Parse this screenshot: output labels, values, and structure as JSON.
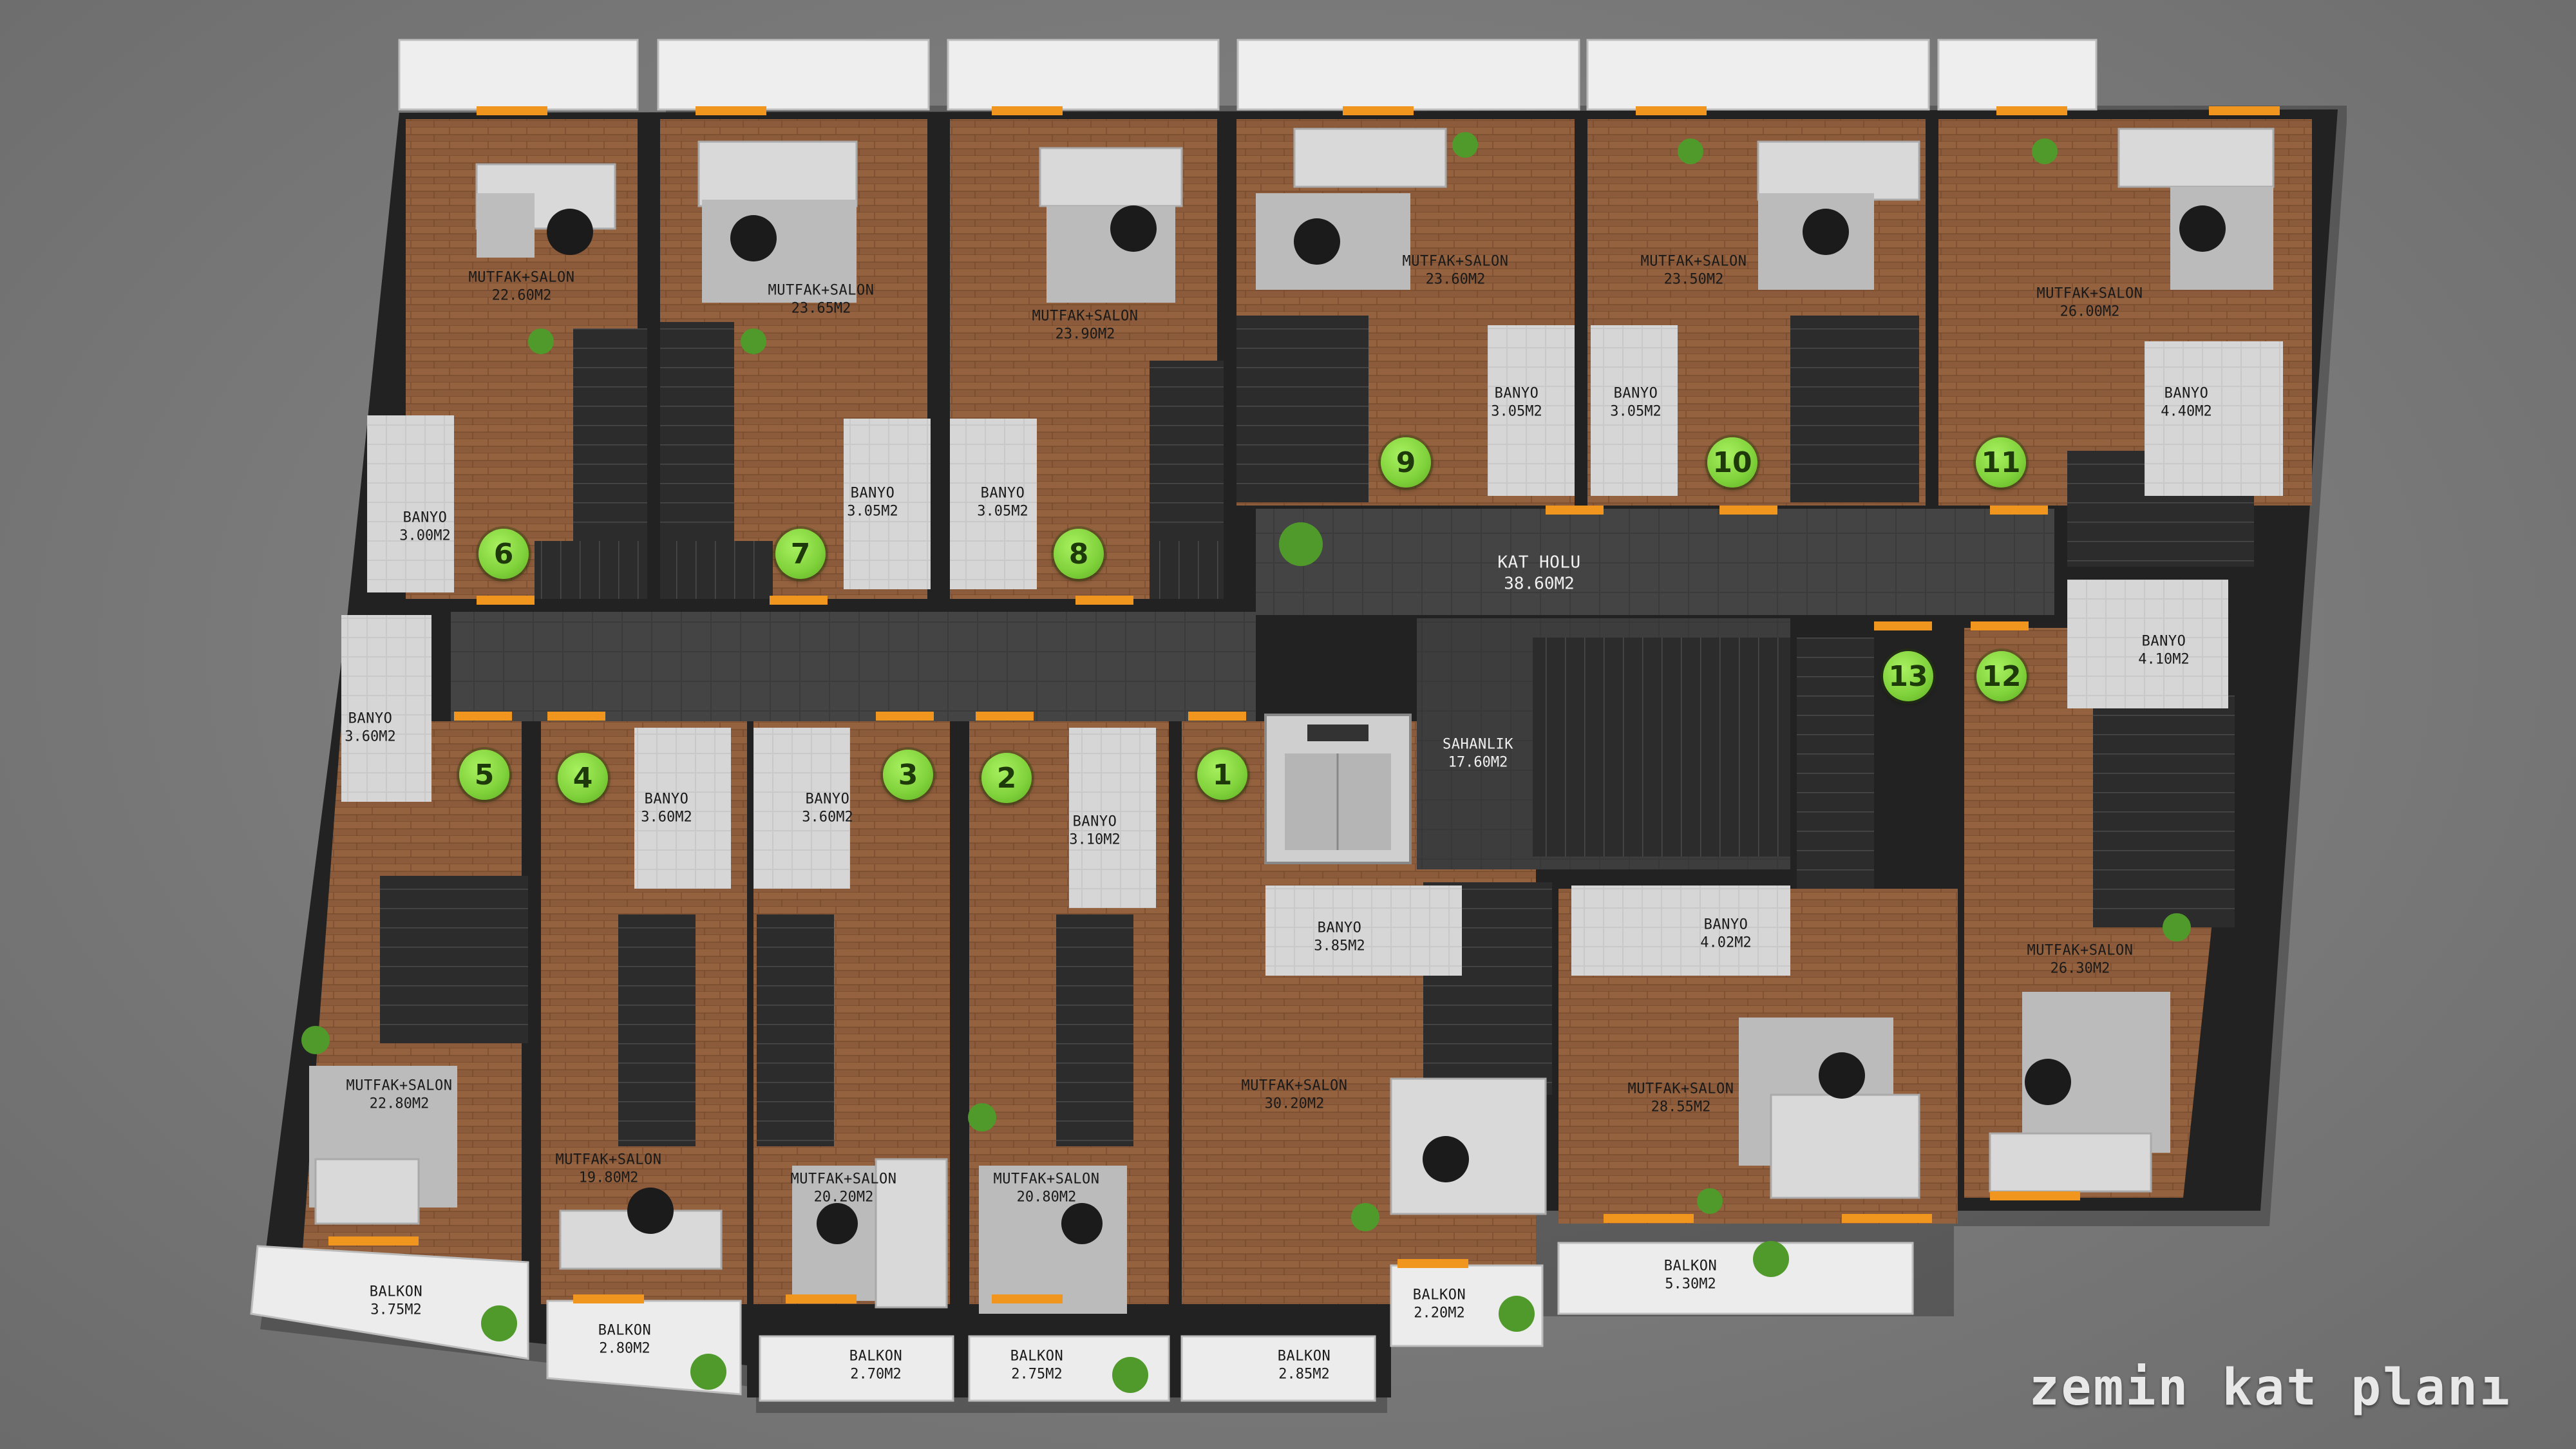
{
  "title": "zemin kat planı",
  "accent_colors": {
    "unit_badge": "#7fd13a",
    "door": "#f0961e",
    "wall": "#232323",
    "floor_wood": "#8a5a3a",
    "floor_tile": "#3a3a3a",
    "balcony": "#ececec"
  },
  "corridor": {
    "name": "KAT HOLU",
    "area": "38.60M2"
  },
  "landing": {
    "name": "SAHANLIK",
    "area": "17.60M2"
  },
  "units": [
    "1",
    "2",
    "3",
    "4",
    "5",
    "6",
    "7",
    "8",
    "9",
    "10",
    "11",
    "12",
    "13"
  ],
  "living_rooms": [
    {
      "name": "MUTFAK+SALON",
      "area": "22.60M2"
    },
    {
      "name": "MUTFAK+SALON",
      "area": "23.65M2"
    },
    {
      "name": "MUTFAK+SALON",
      "area": "23.90M2"
    },
    {
      "name": "MUTFAK+SALON",
      "area": "23.60M2"
    },
    {
      "name": "MUTFAK+SALON",
      "area": "23.50M2"
    },
    {
      "name": "MUTFAK+SALON",
      "area": "26.00M2"
    },
    {
      "name": "MUTFAK+SALON",
      "area": "22.80M2"
    },
    {
      "name": "MUTFAK+SALON",
      "area": "19.80M2"
    },
    {
      "name": "MUTFAK+SALON",
      "area": "20.20M2"
    },
    {
      "name": "MUTFAK+SALON",
      "area": "20.80M2"
    },
    {
      "name": "MUTFAK+SALON",
      "area": "30.20M2"
    },
    {
      "name": "MUTFAK+SALON",
      "area": "28.55M2"
    },
    {
      "name": "MUTFAK+SALON",
      "area": "26.30M2"
    }
  ],
  "bathrooms": [
    {
      "name": "BANYO",
      "area": "3.00M2"
    },
    {
      "name": "BANYO",
      "area": "3.05M2"
    },
    {
      "name": "BANYO",
      "area": "3.05M2"
    },
    {
      "name": "BANYO",
      "area": "3.05M2"
    },
    {
      "name": "BANYO",
      "area": "3.05M2"
    },
    {
      "name": "BANYO",
      "area": "4.40M2"
    },
    {
      "name": "BANYO",
      "area": "3.60M2"
    },
    {
      "name": "BANYO",
      "area": "3.60M2"
    },
    {
      "name": "BANYO",
      "area": "3.60M2"
    },
    {
      "name": "BANYO",
      "area": "3.10M2"
    },
    {
      "name": "BANYO",
      "area": "4.10M2"
    },
    {
      "name": "BANYO",
      "area": "3.85M2"
    },
    {
      "name": "BANYO",
      "area": "4.02M2"
    }
  ],
  "balconies": [
    {
      "name": "BALKON",
      "area": "3.75M2"
    },
    {
      "name": "BALKON",
      "area": "2.80M2"
    },
    {
      "name": "BALKON",
      "area": "2.70M2"
    },
    {
      "name": "BALKON",
      "area": "2.75M2"
    },
    {
      "name": "BALKON",
      "area": "2.85M2"
    },
    {
      "name": "BALKON",
      "area": "2.20M2"
    },
    {
      "name": "BALKON",
      "area": "5.30M2"
    }
  ]
}
